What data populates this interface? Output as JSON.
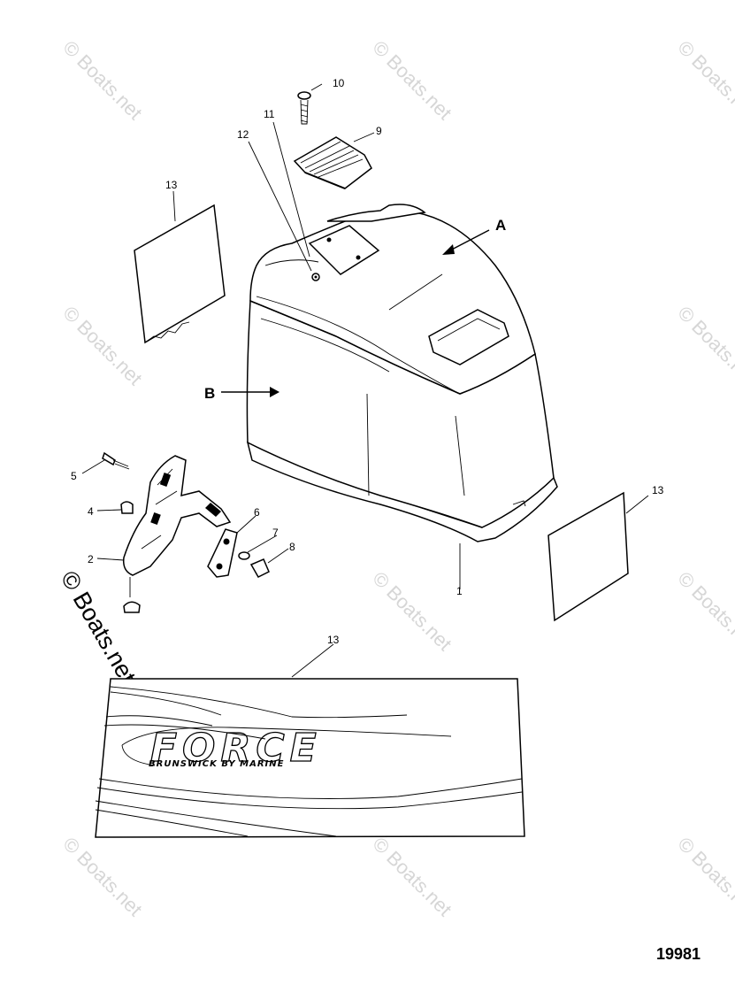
{
  "watermark": {
    "text": "© Boats.net",
    "corner_text": "© Boats.net"
  },
  "callouts": {
    "c1": "1",
    "c2": "2",
    "c4": "4",
    "c5": "5",
    "c6": "6",
    "c7": "7",
    "c8": "8",
    "c9": "9",
    "c10": "10",
    "c11": "11",
    "c12": "12",
    "c13_top_left": "13",
    "c13_right": "13",
    "c13_bottom": "13",
    "cA": "A",
    "cB": "B"
  },
  "decal": {
    "brand": "FORCE",
    "tagline": "BRUNSWICK BY MARINE"
  },
  "figure_number": "19981"
}
